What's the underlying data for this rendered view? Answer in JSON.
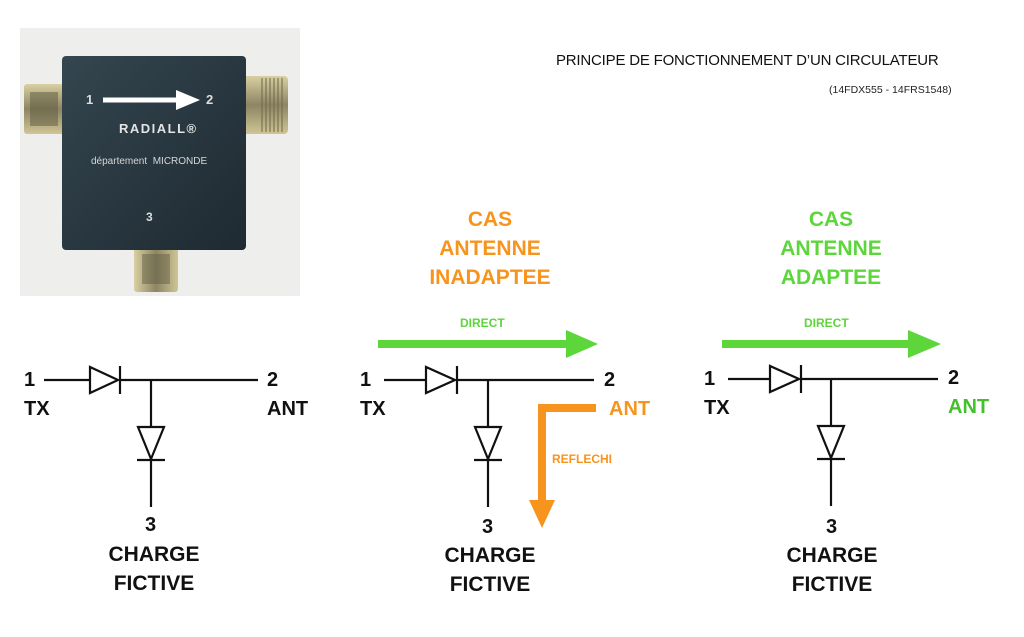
{
  "header": {
    "title": "PRINCIPE DE FONCTIONNEMENT D’UN CIRCULATEUR",
    "refs": "(14FDX555 - 14FRS1548)"
  },
  "device": {
    "brand": "RADIALL®",
    "department": "département  MICRONDE",
    "port1": "1",
    "port2": "2",
    "port3": "3"
  },
  "colors": {
    "orange": "#f7941d",
    "green": "#5cd63a",
    "black": "#111111",
    "device_body": "#2b3a45"
  },
  "schematics": [
    {
      "port1": "1",
      "port1_label": "TX",
      "port2": "2",
      "port2_label": "ANT",
      "port3": "3",
      "load_line1": "CHARGE",
      "load_line2": "FICTIVE"
    },
    {
      "case_line1": "CAS",
      "case_line2": "ANTENNE",
      "case_line3": "INADAPTEE",
      "direct_label": "DIRECT",
      "reflected_label": "REFLECHI",
      "port1": "1",
      "port1_label": "TX",
      "port2": "2",
      "port2_label": "ANT",
      "port3": "3",
      "load_line1": "CHARGE",
      "load_line2": "FICTIVE"
    },
    {
      "case_line1": "CAS",
      "case_line2": "ANTENNE",
      "case_line3": "ADAPTEE",
      "direct_label": "DIRECT",
      "port1": "1",
      "port1_label": "TX",
      "port2": "2",
      "port2_label": "ANT",
      "port3": "3",
      "load_line1": "CHARGE",
      "load_line2": "FICTIVE"
    }
  ]
}
